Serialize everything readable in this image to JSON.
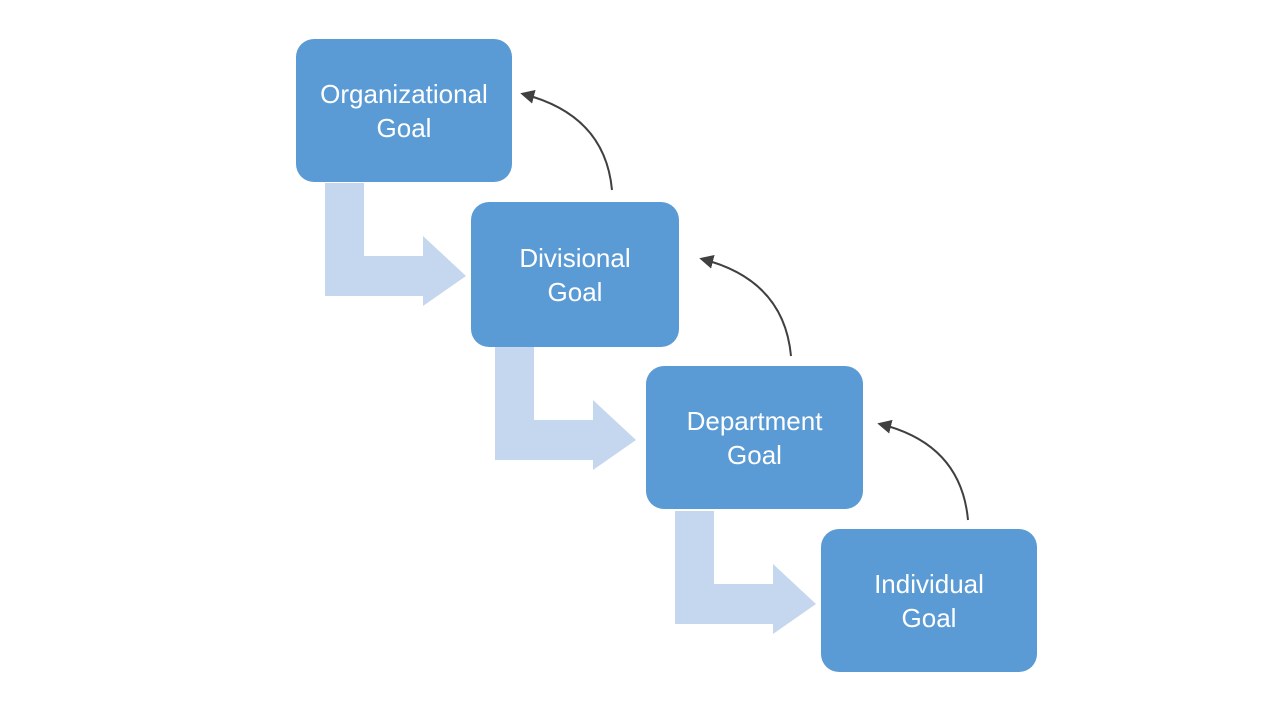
{
  "diagram": {
    "goals": [
      {
        "label": "Organizational\nGoal"
      },
      {
        "label": "Divisional\nGoal"
      },
      {
        "label": "Department\nGoal"
      },
      {
        "label": "Individual\nGoal"
      }
    ],
    "colors": {
      "box_fill": "#5b9bd5",
      "box_text": "#ffffff",
      "down_arrow_fill": "#c5d7ee",
      "feedback_arrow_stroke": "#404040",
      "background": "#ffffff"
    }
  }
}
